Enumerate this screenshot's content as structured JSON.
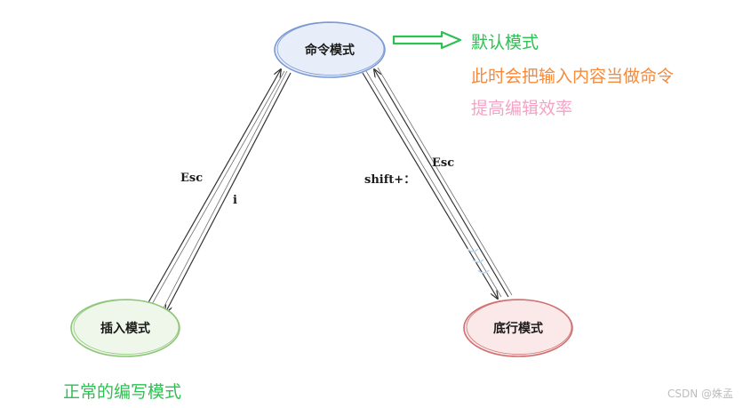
{
  "nodes": {
    "command": {
      "label": "命令模式",
      "stroke": "#7b99d3",
      "fill": "#e8eef9"
    },
    "insert": {
      "label": "插入模式",
      "stroke": "#8fc77a",
      "fill": "#eef7ea"
    },
    "lastline": {
      "label": "底行模式",
      "stroke": "#d07070",
      "fill": "#fbe9e9"
    }
  },
  "edges": {
    "cmd_to_insert": {
      "label": "i"
    },
    "insert_to_cmd": {
      "label": "Esc"
    },
    "cmd_to_lastline": {
      "label": "shift+："
    },
    "lastline_to_cmd": {
      "label": "Esc"
    }
  },
  "notes": {
    "default_mode": "默认模式",
    "command_desc": "此时会把输入内容当做命令",
    "efficiency": "提高编辑效率",
    "normal_edit": "正常的编写模式"
  },
  "watermark": "CSDN @姝孟",
  "colors": {
    "accent_green": "#2fbf52",
    "accent_orange": "#f78a3a",
    "accent_pink": "#f3a3c4"
  }
}
